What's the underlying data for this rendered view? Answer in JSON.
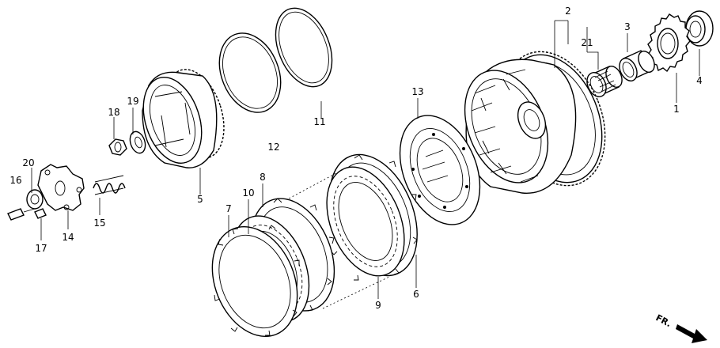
{
  "diagram": {
    "callouts": {
      "p1": "1",
      "p2": "2",
      "p3": "3",
      "p4": "4",
      "p5": "5",
      "p6": "6",
      "p7": "7",
      "p8": "8",
      "p9": "9",
      "p10": "10",
      "p11": "11",
      "p12": "12",
      "p13": "13",
      "p14": "14",
      "p15": "15",
      "p16": "16",
      "p17": "17",
      "p18": "18",
      "p19": "19",
      "p20": "20",
      "p21": "21"
    },
    "direction_label": "FR."
  }
}
